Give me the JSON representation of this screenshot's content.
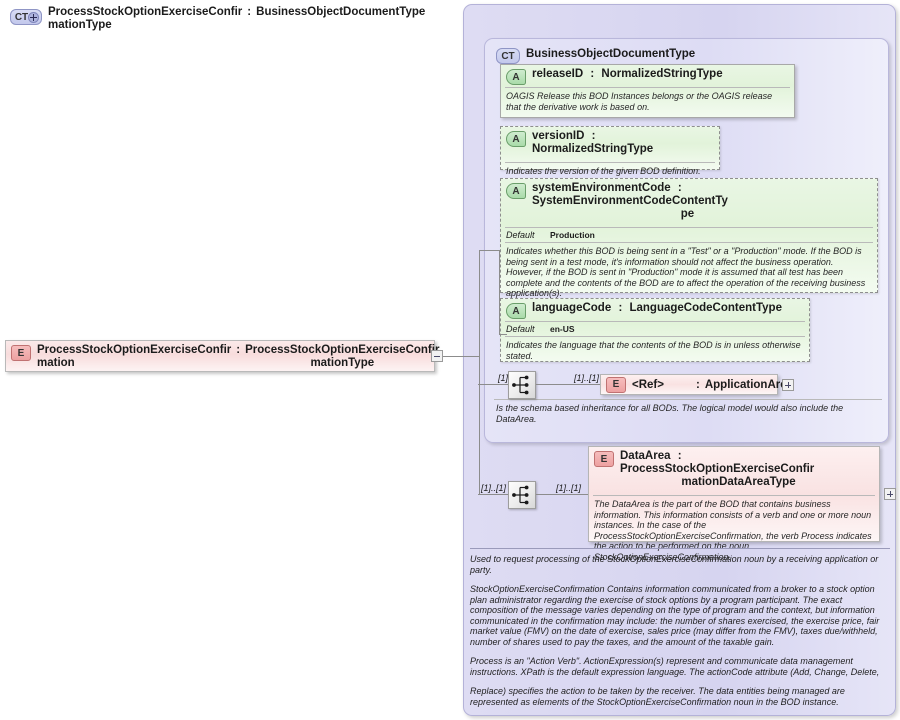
{
  "diagram": {
    "root_element": {
      "badge": "E",
      "name": "ProcessStockOptionExerciseConfir mation",
      "name_line1": "ProcessStockOptionExerciseConfir",
      "name_line2": "mation",
      "type_line1": "ProcessStockOptionExerciseConfir",
      "type_line2": "mationType",
      "colon": ":",
      "toggle": "minus"
    },
    "complex_type_outer": {
      "badge": "CT+",
      "name_line1": "ProcessStockOptionExerciseConfir",
      "name_line2": "mationType",
      "colon": ":",
      "type": "BusinessObjectDocumentType"
    },
    "complex_type_inner": {
      "badge": "CT",
      "title": "BusinessObjectDocumentType",
      "footer_note": "Is the schema based inheritance for all BODs. The logical model would also include the DataArea."
    },
    "attributes": [
      {
        "badge": "A",
        "name": "releaseID",
        "colon": ":",
        "type": "NormalizedStringType",
        "required": true,
        "description": "OAGIS Release this BOD Instances belongs or the OAGIS release that the derivative work is based on."
      },
      {
        "badge": "A",
        "name": "versionID",
        "colon": ":",
        "type": "NormalizedStringType",
        "required": false,
        "description": "Indicates the version of the given BOD definition."
      },
      {
        "badge": "A",
        "name": "systemEnvironmentCode",
        "colon": ":",
        "type_line1": "SystemEnvironmentCodeContentTy",
        "type_line2": "pe",
        "required": false,
        "default_label": "Default",
        "default_value": "Production",
        "description": "Indicates whether this BOD is being sent in a \"Test\" or a \"Production\" mode. If the BOD is being sent in a test mode, it's information should not affect the business operation. However, if the BOD is sent in \"Production\" mode it is assumed that all test has been complete and the contents of the BOD are to affect the operation of the receiving business application(s)."
      },
      {
        "badge": "A",
        "name": "languageCode",
        "colon": ":",
        "type": "LanguageCodeContentType",
        "required": false,
        "default_label": "Default",
        "default_value": "en-US",
        "description": "Indicates the language that the contents of the BOD is in unless otherwise stated."
      }
    ],
    "application_area_ref": {
      "badge": "E",
      "name": "<Ref>",
      "colon": ":",
      "type": "ApplicationArea",
      "cardinality_left": "[1]..[1]",
      "cardinality_right": "[1]..[1]",
      "toggle": "plus"
    },
    "data_area": {
      "badge": "E",
      "name": "DataArea",
      "colon": ":",
      "type_line1": "ProcessStockOptionExerciseConfir",
      "type_line2": "mationDataAreaType",
      "cardinality_left": "[1]..[1]",
      "cardinality_right": "[1]..[1]",
      "toggle": "plus",
      "description": "The DataArea is the part of the BOD that contains business information. This information consists of a verb and one or more noun instances. In the case of the ProcessStockOptionExerciseConfirmation, the verb Process indicates the action to be performed on the noun StockOptionExerciseConfirmation."
    },
    "annotation": {
      "paragraph1": "Used to request processing of the StockOptionExerciseConfirmation noun by a receiving application or party.",
      "paragraph2": "StockOptionExerciseConfirmation  Contains information communicated from a broker to a stock option plan administrator regarding the exercise of stock options by a program participant. The exact composition of the message varies depending on the type of program and the context, but information communicated in the confirmation may include: the number of shares exercised, the exercise price, fair market value (FMV) on the date of exercise, sales price (may differ from the FMV), taxes due/withheld, number of shares used to pay the taxes, and the amount of the taxable gain.",
      "paragraph3": "Process is an \"Action Verb\". ActionExpression(s) represent and communicate data management instructions. XPath is the default expression language. The actionCode attribute (Add, Change, Delete,",
      "paragraph4": "Replace) specifies the action to be taken by the receiver. The data entities being managed are represented as elements of the StockOptionExerciseConfirmation noun in the BOD instance."
    },
    "colors": {
      "element_fill": "#f8dcdc",
      "attribute_fill": "#e2f3da",
      "complextype_fill": "#dedcf3",
      "connector": "#8c8c8c"
    }
  }
}
